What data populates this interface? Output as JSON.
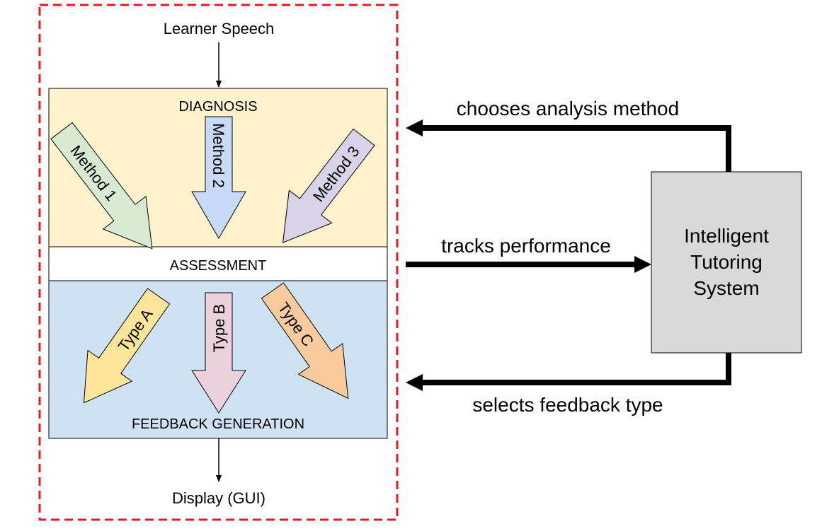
{
  "input_label": "Learner Speech",
  "output_label": "Display (GUI)",
  "diagnosis": {
    "title": "DIAGNOSIS",
    "methods": [
      {
        "label": "Method 1",
        "color": "#d9ead3"
      },
      {
        "label": "Method 2",
        "color": "#c9daf8"
      },
      {
        "label": "Method 3",
        "color": "#d9d2e9"
      }
    ]
  },
  "assessment": {
    "title": "ASSESSMENT"
  },
  "feedback": {
    "title": "FEEDBACK GENERATION",
    "types": [
      {
        "label": "Type A",
        "color": "#ffe599"
      },
      {
        "label": "Type B",
        "color": "#ead1dc"
      },
      {
        "label": "Type C",
        "color": "#f9cb9c"
      }
    ]
  },
  "its": {
    "lines": [
      "Intelligent",
      "Tutoring",
      "System"
    ],
    "color": "#d9d9d9"
  },
  "connections": {
    "top": "chooses analysis method",
    "middle": "tracks performance",
    "bottom": "selects feedback type"
  },
  "colors": {
    "diagnosis_bg": "#fff2cc",
    "feedback_bg": "#cfe2f3",
    "boundary": "#e01b24",
    "diagnosis_title": "#7f4f10",
    "feedback_title": "#1c4587"
  }
}
